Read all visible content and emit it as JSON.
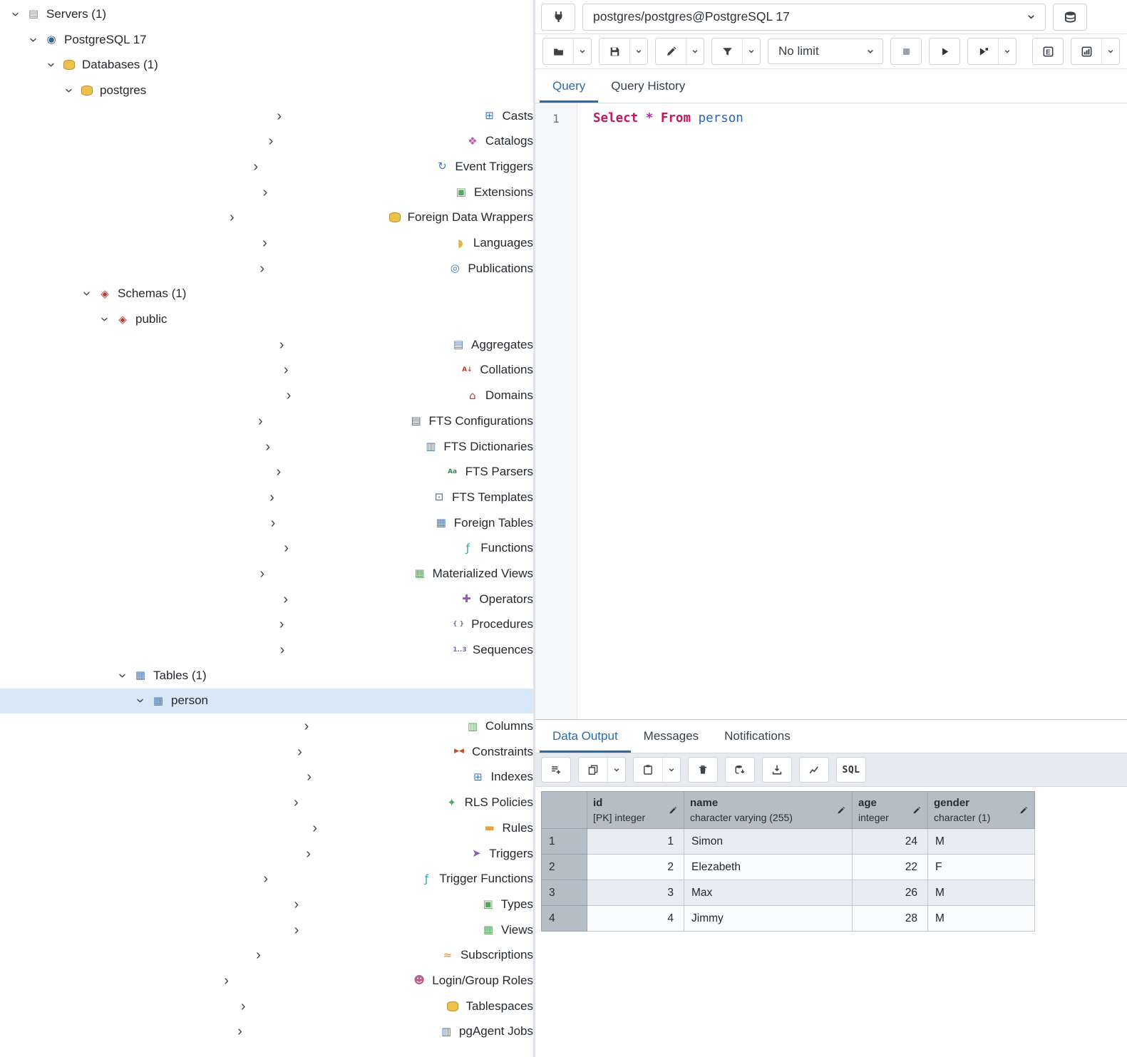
{
  "colors": {
    "accent": "#2a6ca5",
    "tree_selection": "#d9e8f7",
    "sql_keyword": "#c2185b",
    "sql_identifier": "#2b65c0",
    "grid_header_bg": "#b5bdc7"
  },
  "tree": {
    "items": [
      {
        "label": "Servers (1)",
        "level": 0,
        "state": "expanded",
        "icon": "server"
      },
      {
        "label": "PostgreSQL 17",
        "level": 1,
        "state": "expanded",
        "icon": "postgresql"
      },
      {
        "label": "Databases (1)",
        "level": 2,
        "state": "expanded",
        "icon": "database"
      },
      {
        "label": "postgres",
        "level": 3,
        "state": "expanded",
        "icon": "database"
      },
      {
        "label": "Casts",
        "level": 4,
        "state": "collapsed",
        "icon": "casts"
      },
      {
        "label": "Catalogs",
        "level": 4,
        "state": "collapsed",
        "icon": "catalogs"
      },
      {
        "label": "Event Triggers",
        "level": 4,
        "state": "collapsed",
        "icon": "event-triggers"
      },
      {
        "label": "Extensions",
        "level": 4,
        "state": "collapsed",
        "icon": "extensions"
      },
      {
        "label": "Foreign Data Wrappers",
        "level": 4,
        "state": "collapsed",
        "icon": "fdw"
      },
      {
        "label": "Languages",
        "level": 4,
        "state": "collapsed",
        "icon": "languages"
      },
      {
        "label": "Publications",
        "level": 4,
        "state": "collapsed",
        "icon": "publications"
      },
      {
        "label": "Schemas (1)",
        "level": 4,
        "state": "expanded",
        "icon": "schemas"
      },
      {
        "label": "public",
        "level": 5,
        "state": "expanded",
        "icon": "schema"
      },
      {
        "label": "Aggregates",
        "level": 6,
        "state": "collapsed",
        "icon": "aggregates"
      },
      {
        "label": "Collations",
        "level": 6,
        "state": "collapsed",
        "icon": "collations"
      },
      {
        "label": "Domains",
        "level": 6,
        "state": "collapsed",
        "icon": "domains"
      },
      {
        "label": "FTS Configurations",
        "level": 6,
        "state": "collapsed",
        "icon": "fts-configurations"
      },
      {
        "label": "FTS Dictionaries",
        "level": 6,
        "state": "collapsed",
        "icon": "fts-dictionaries"
      },
      {
        "label": "FTS Parsers",
        "level": 6,
        "state": "collapsed",
        "icon": "fts-parsers"
      },
      {
        "label": "FTS Templates",
        "level": 6,
        "state": "collapsed",
        "icon": "fts-templates"
      },
      {
        "label": "Foreign Tables",
        "level": 6,
        "state": "collapsed",
        "icon": "foreign-tables"
      },
      {
        "label": "Functions",
        "level": 6,
        "state": "collapsed",
        "icon": "functions"
      },
      {
        "label": "Materialized Views",
        "level": 6,
        "state": "collapsed",
        "icon": "materialized-views"
      },
      {
        "label": "Operators",
        "level": 6,
        "state": "collapsed",
        "icon": "operators"
      },
      {
        "label": "Procedures",
        "level": 6,
        "state": "collapsed",
        "icon": "procedures"
      },
      {
        "label": "Sequences",
        "level": 6,
        "state": "collapsed",
        "icon": "sequences"
      },
      {
        "label": "Tables (1)",
        "level": 6,
        "state": "expanded",
        "icon": "tables"
      },
      {
        "label": "person",
        "level": 7,
        "state": "expanded",
        "icon": "table",
        "selected": true
      },
      {
        "label": "Columns",
        "level": 8,
        "state": "collapsed",
        "icon": "columns"
      },
      {
        "label": "Constraints",
        "level": 8,
        "state": "collapsed",
        "icon": "constraints"
      },
      {
        "label": "Indexes",
        "level": 8,
        "state": "collapsed",
        "icon": "indexes"
      },
      {
        "label": "RLS Policies",
        "level": 8,
        "state": "collapsed",
        "icon": "rls-policies"
      },
      {
        "label": "Rules",
        "level": 8,
        "state": "collapsed",
        "icon": "rules"
      },
      {
        "label": "Triggers",
        "level": 8,
        "state": "collapsed",
        "icon": "triggers"
      },
      {
        "label": "Trigger Functions",
        "level": 6,
        "state": "collapsed",
        "icon": "trigger-functions"
      },
      {
        "label": "Types",
        "level": 6,
        "state": "collapsed",
        "icon": "types"
      },
      {
        "label": "Views",
        "level": 6,
        "state": "collapsed",
        "icon": "views"
      },
      {
        "label": "Subscriptions",
        "level": 4,
        "state": "collapsed",
        "icon": "subscriptions"
      },
      {
        "label": "Login/Group Roles",
        "level": 2,
        "state": "collapsed",
        "icon": "login-roles"
      },
      {
        "label": "Tablespaces",
        "level": 2,
        "state": "collapsed",
        "icon": "tablespaces"
      },
      {
        "label": "pgAgent Jobs",
        "level": 2,
        "state": "collapsed",
        "icon": "pgagent-jobs"
      }
    ]
  },
  "icons": {
    "server": {
      "glyph": "▤",
      "color": "#7f8c9b"
    },
    "postgresql": {
      "glyph": "◉",
      "color": "#336791"
    },
    "database": {
      "glyph": "CYL",
      "color": "#edc14a"
    },
    "casts": {
      "glyph": "⊞",
      "color": "#4a78b8"
    },
    "catalogs": {
      "glyph": "❖",
      "color": "#b05fa8"
    },
    "event-triggers": {
      "glyph": "↻",
      "color": "#4a78b8"
    },
    "extensions": {
      "glyph": "▣",
      "color": "#58a55c"
    },
    "fdw": {
      "glyph": "CYL",
      "color": "#edc14a"
    },
    "languages": {
      "glyph": "◗",
      "color": "#e0b63e"
    },
    "publications": {
      "glyph": "◎",
      "color": "#4a78b8"
    },
    "schemas": {
      "glyph": "◈",
      "color": "#c0392b"
    },
    "schema": {
      "glyph": "◈",
      "color": "#c0392b"
    },
    "aggregates": {
      "glyph": "▤",
      "color": "#4a78b8"
    },
    "collations": {
      "glyph": "A↓",
      "color": "#c0392b",
      "small": true
    },
    "domains": {
      "glyph": "⌂",
      "color": "#c0392b"
    },
    "fts-configurations": {
      "glyph": "▤",
      "color": "#5b6b7a"
    },
    "fts-dictionaries": {
      "glyph": "▥",
      "color": "#4a78b8"
    },
    "fts-parsers": {
      "glyph": "Aa",
      "color": "#2e8b57",
      "small": true
    },
    "fts-templates": {
      "glyph": "⊡",
      "color": "#5b6b7a"
    },
    "foreign-tables": {
      "glyph": "▦",
      "color": "#4a78b8"
    },
    "functions": {
      "glyph": "ƒ",
      "color": "#2aa7a0"
    },
    "materialized-views": {
      "glyph": "▦",
      "color": "#58a55c"
    },
    "operators": {
      "glyph": "✚",
      "color": "#8a5fb8"
    },
    "procedures": {
      "glyph": "{ }",
      "color": "#6b7b8d",
      "small": true
    },
    "sequences": {
      "glyph": "1..3",
      "color": "#8a5fb8",
      "small": true
    },
    "tables": {
      "glyph": "▦",
      "color": "#4a78b8"
    },
    "table": {
      "glyph": "▦",
      "color": "#4a78b8"
    },
    "columns": {
      "glyph": "▥",
      "color": "#58a55c"
    },
    "constraints": {
      "glyph": "▶◀",
      "color": "#cc4a22",
      "small": true
    },
    "indexes": {
      "glyph": "⊞",
      "color": "#4a78b8"
    },
    "rls-policies": {
      "glyph": "✦",
      "color": "#58a55c"
    },
    "rules": {
      "glyph": "▬",
      "color": "#e8a23a"
    },
    "triggers": {
      "glyph": "➤",
      "color": "#8a5fb8"
    },
    "trigger-functions": {
      "glyph": "ƒ",
      "color": "#2aa7a0"
    },
    "types": {
      "glyph": "▣",
      "color": "#58a55c"
    },
    "views": {
      "glyph": "▦",
      "color": "#58a55c"
    },
    "subscriptions": {
      "glyph": "≈",
      "color": "#e8873a"
    },
    "login-roles": {
      "glyph": "☻",
      "color": "#b85f8a"
    },
    "tablespaces": {
      "glyph": "CYL",
      "color": "#edc14a"
    },
    "pgagent-jobs": {
      "glyph": "▥",
      "color": "#4a78b8"
    }
  },
  "connection": {
    "value": "postgres/postgres@PostgreSQL 17"
  },
  "query_toolbar": {
    "buttons": [
      {
        "name": "open-file",
        "icon": "folder",
        "split": true
      },
      {
        "name": "save-file",
        "icon": "save",
        "split": true
      },
      {
        "name": "edit",
        "icon": "pencil",
        "split": true
      },
      {
        "name": "filter",
        "icon": "filter",
        "split": true
      },
      {
        "name": "limit-select",
        "type": "select",
        "label": "No limit"
      },
      {
        "name": "cancel-query",
        "icon": "stop"
      },
      {
        "name": "execute-query",
        "icon": "play"
      },
      {
        "name": "execute-options",
        "icon": "play-script",
        "split": true
      },
      {
        "name": "explain",
        "icon": "explain",
        "push": true
      },
      {
        "name": "explain-analyze",
        "icon": "bar-chart",
        "split": true
      }
    ]
  },
  "querytool": {
    "tabs": [
      "Query",
      "Query History"
    ],
    "active_tab": "Query"
  },
  "editor": {
    "line_number": "1",
    "sql_text": "Select * From person",
    "tokens": [
      {
        "text": "Select",
        "type": "keyword"
      },
      {
        "text": " ",
        "type": "plain"
      },
      {
        "text": "*",
        "type": "operator"
      },
      {
        "text": " ",
        "type": "plain"
      },
      {
        "text": "From",
        "type": "keyword"
      },
      {
        "text": " ",
        "type": "plain"
      },
      {
        "text": "person",
        "type": "identifier"
      }
    ]
  },
  "results": {
    "tabs": [
      "Data Output",
      "Messages",
      "Notifications"
    ],
    "active_tab": "Data Output",
    "toolbar": {
      "buttons": [
        {
          "name": "add-row",
          "icon": "add-row"
        },
        {
          "name": "copy",
          "icon": "copy",
          "split": true
        },
        {
          "name": "paste",
          "icon": "paste",
          "split": true
        },
        {
          "name": "delete-row",
          "icon": "trash"
        },
        {
          "name": "save-data-changes",
          "icon": "db-save"
        },
        {
          "name": "download",
          "icon": "download"
        },
        {
          "name": "graph-visualiser",
          "icon": "line-chart"
        },
        {
          "name": "sql",
          "type": "text",
          "label": "SQL"
        }
      ]
    },
    "grid": {
      "columns": [
        {
          "name": "id",
          "type": "[PK] integer",
          "align": "right"
        },
        {
          "name": "name",
          "type": "character varying (255)",
          "align": "left"
        },
        {
          "name": "age",
          "type": "integer",
          "align": "right"
        },
        {
          "name": "gender",
          "type": "character (1)",
          "align": "left"
        }
      ],
      "rows": [
        {
          "num": "1",
          "cells": [
            "1",
            "Simon",
            "24",
            "M"
          ]
        },
        {
          "num": "2",
          "cells": [
            "2",
            "Elezabeth",
            "22",
            "F"
          ]
        },
        {
          "num": "3",
          "cells": [
            "3",
            "Max",
            "26",
            "M"
          ]
        },
        {
          "num": "4",
          "cells": [
            "4",
            "Jimmy",
            "28",
            "M"
          ]
        }
      ]
    }
  }
}
